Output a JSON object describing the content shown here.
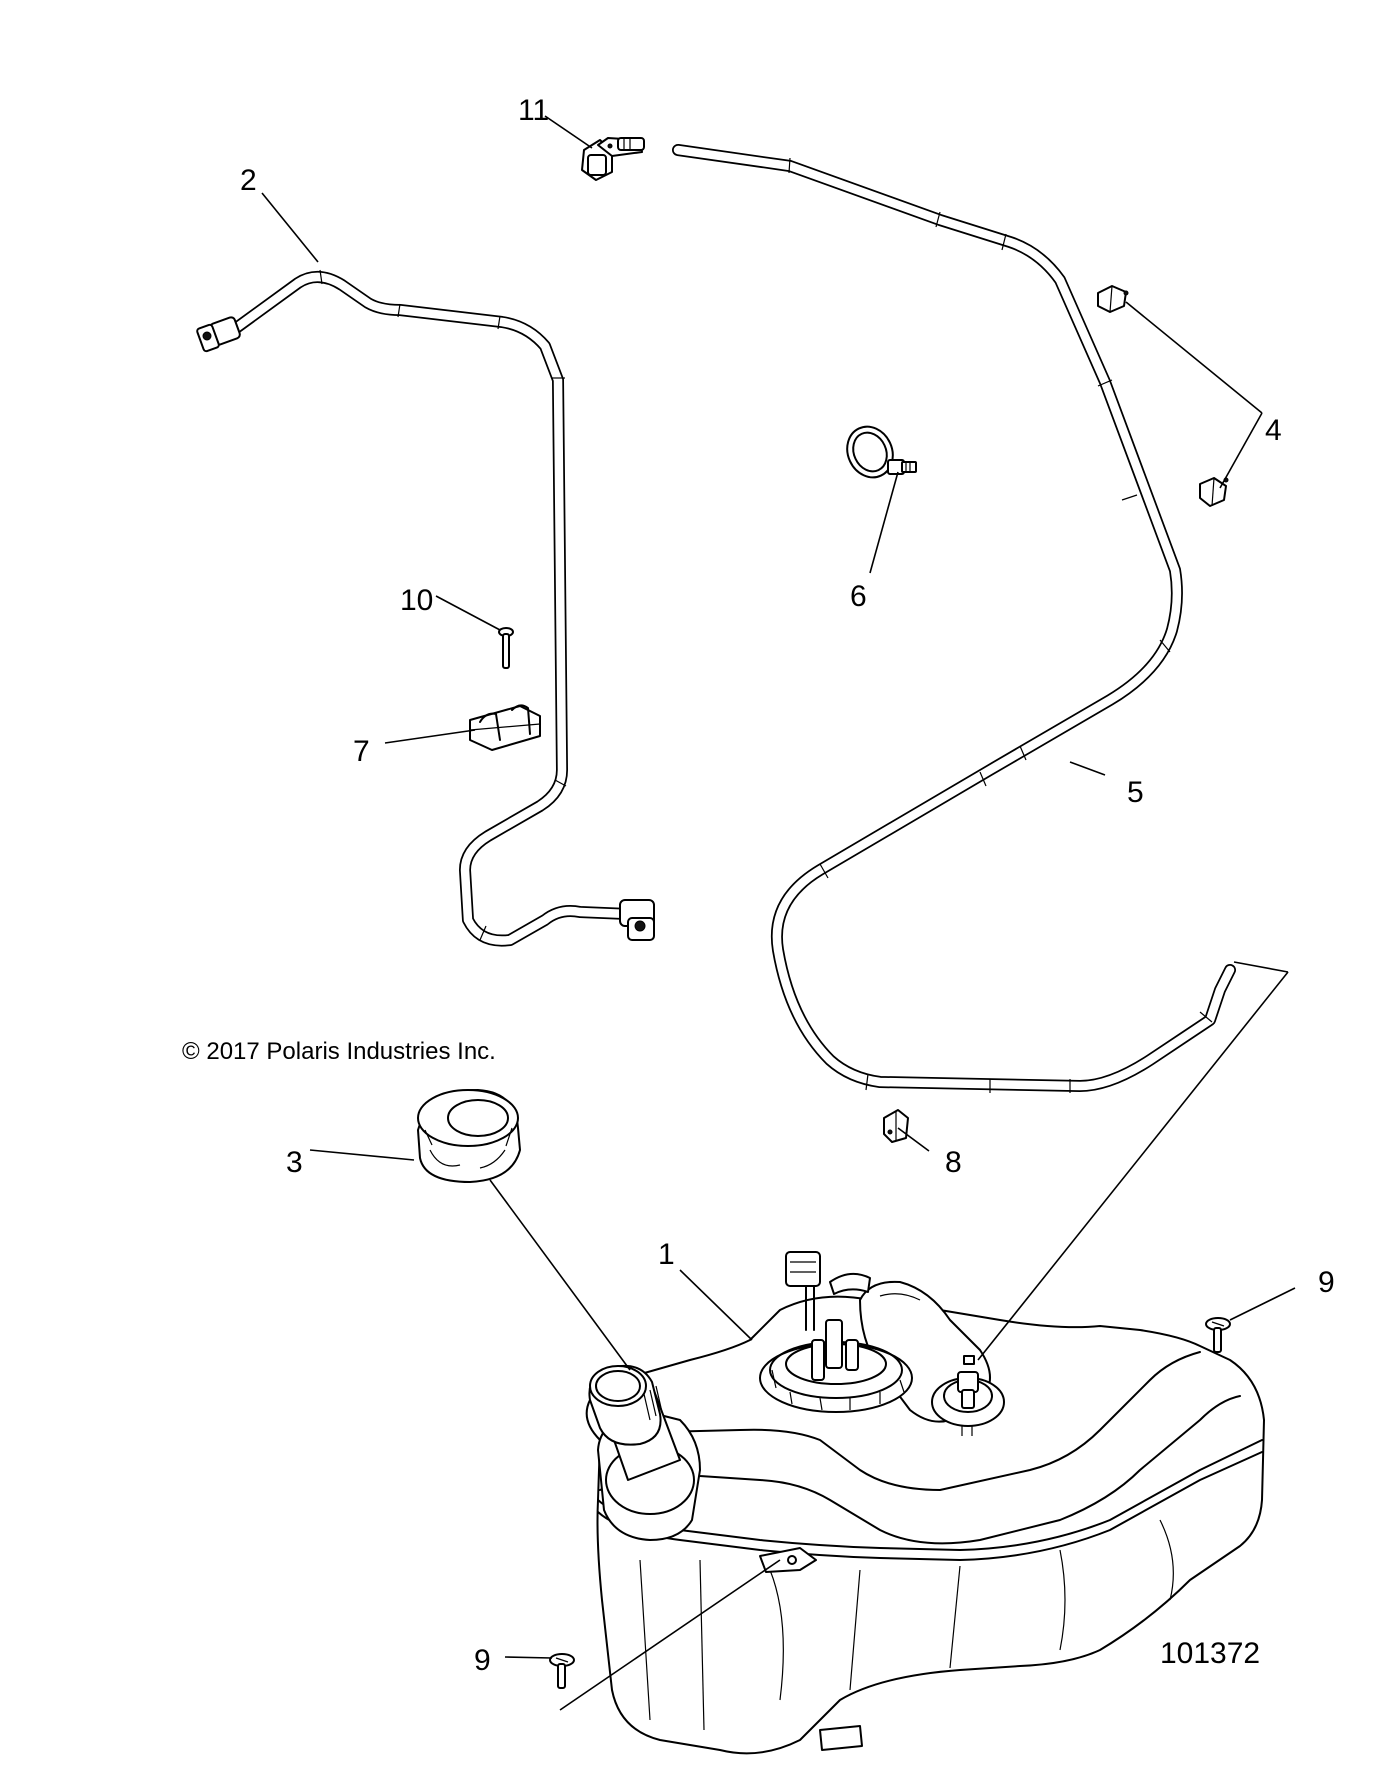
{
  "copyright": "© 2017 Polaris Industries Inc.",
  "figure_id": "101372",
  "callouts": [
    {
      "id": "1",
      "label": "1"
    },
    {
      "id": "2",
      "label": "2"
    },
    {
      "id": "3",
      "label": "3"
    },
    {
      "id": "4",
      "label": "4"
    },
    {
      "id": "5",
      "label": "5"
    },
    {
      "id": "6",
      "label": "6"
    },
    {
      "id": "7",
      "label": "7"
    },
    {
      "id": "8",
      "label": "8"
    },
    {
      "id": "9a",
      "label": "9"
    },
    {
      "id": "9b",
      "label": "9"
    },
    {
      "id": "10",
      "label": "10"
    },
    {
      "id": "11",
      "label": "11"
    }
  ]
}
